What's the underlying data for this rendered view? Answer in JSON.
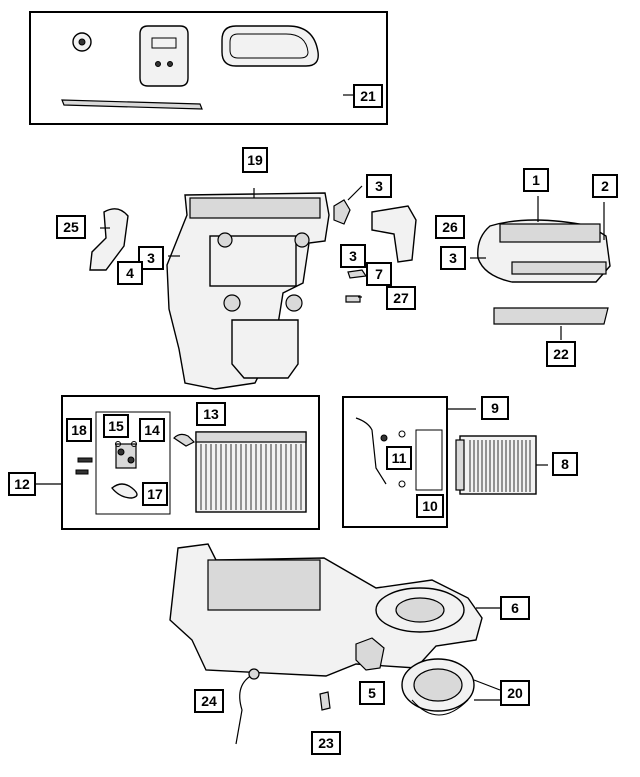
{
  "diagram": {
    "callouts": {
      "c1": "1",
      "c2": "2",
      "c3a": "3",
      "c3b": "3",
      "c3c": "3",
      "c3d": "3",
      "c4": "4",
      "c5": "5",
      "c6": "6",
      "c7": "7",
      "c8": "8",
      "c9": "9",
      "c10": "10",
      "c11": "11",
      "c12": "12",
      "c13": "13",
      "c14": "14",
      "c15": "15",
      "c17": "17",
      "c18": "18",
      "c19": "19",
      "c20": "20",
      "c21": "21",
      "c22": "22",
      "c23": "23",
      "c24": "24",
      "c25": "25",
      "c26": "26",
      "c27": "27"
    }
  }
}
